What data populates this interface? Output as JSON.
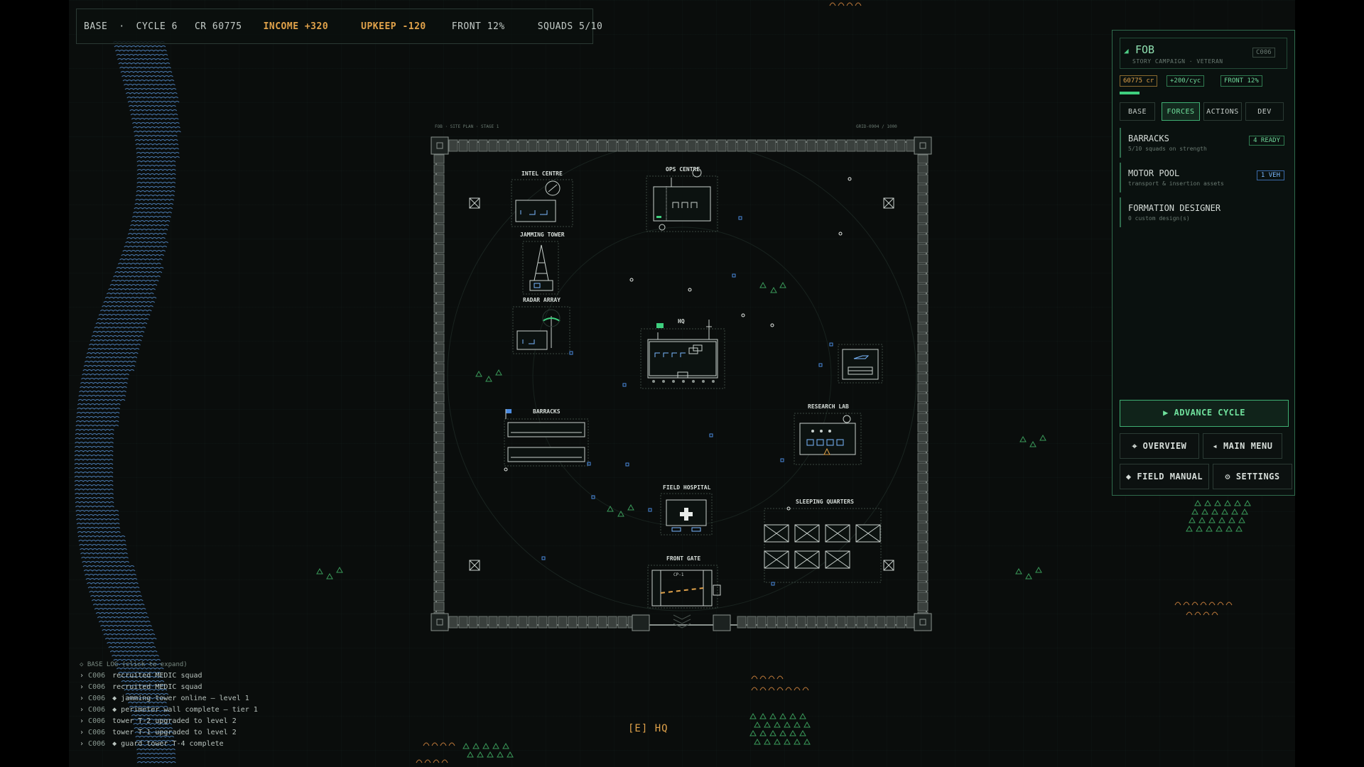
{
  "topbar": {
    "mode": "BASE",
    "sep": "·",
    "cycle": "CYCLE 6",
    "credits": "CR 60775",
    "income": "INCOME +320",
    "upkeep": "UPKEEP -120",
    "front": "FRONT 12%",
    "squads": "SQUADS 5/10"
  },
  "site_plan": {
    "caption": "FOB · SITE PLAN · STAGE 1",
    "ref": "GRID-0904 / 1000"
  },
  "buildings": {
    "intel": "INTEL CENTRE",
    "ops": "OPS CENTRE",
    "jamming": "JAMMING TOWER",
    "radar": "RADAR ARRAY",
    "hq": "HQ",
    "barracks": "BARRACKS",
    "research": "RESEARCH LAB",
    "hospital": "FIELD HOSPITAL",
    "sleeping": "SLEEPING QUARTERS",
    "gate": "FRONT GATE",
    "gate_code": "CP-1"
  },
  "panel": {
    "title": "FOB",
    "subtitle": "STORY CAMPAIGN · VETERAN",
    "cycle_tag": "C006",
    "credits_chip": "60775 cr",
    "income_chip": "+200/cyc",
    "front_chip": "FRONT 12%",
    "tabs": [
      "BASE",
      "FORCES",
      "ACTIONS",
      "DEV"
    ],
    "active_tab": "FORCES",
    "items": [
      {
        "name": "BARRACKS",
        "desc": "5/10 squads on strength",
        "badge": "4 READY"
      },
      {
        "name": "MOTOR POOL",
        "desc": "transport & insertion assets",
        "badge": "1 VEH"
      },
      {
        "name": "FORMATION DESIGNER",
        "desc": "0 custom design(s)",
        "badge": ""
      }
    ],
    "advance": "▶  ADVANCE CYCLE",
    "overview": "⌖ OVERVIEW",
    "main_menu": "◂ MAIN MENU",
    "field_manual": "◆ FIELD MANUAL",
    "settings": "⚙ SETTINGS"
  },
  "log": {
    "header": "◇ BASE LOG   (click to expand)",
    "entries": [
      {
        "cycle": "C006",
        "text": "recruited MEDIC squad"
      },
      {
        "cycle": "C006",
        "text": "recruited MEDIC squad"
      },
      {
        "cycle": "C006",
        "text": "◆ jamming tower online — level 1"
      },
      {
        "cycle": "C006",
        "text": "◆ perimeter wall complete — tier 1"
      },
      {
        "cycle": "C006",
        "text": "tower T-2 upgraded to level 2"
      },
      {
        "cycle": "C006",
        "text": "tower T-1 upgraded to level 2"
      },
      {
        "cycle": "C006",
        "text": "◆ guard tower T-4 complete"
      }
    ]
  },
  "prompt": "[E] HQ",
  "colors": {
    "accent_green": "#3ecf7e",
    "accent_orange": "#e0a24a",
    "accent_blue": "#7ab8ff",
    "line": "#c8d0cc"
  }
}
